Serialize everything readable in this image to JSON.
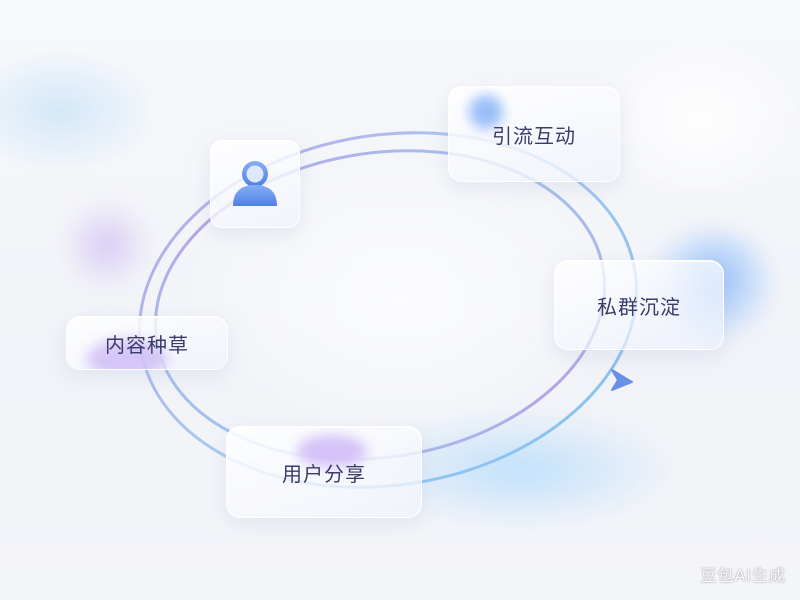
{
  "nodes": {
    "avatar": {
      "icon": "user-avatar-icon"
    },
    "content_seeding": {
      "label": "内容种草"
    },
    "user_sharing": {
      "label": "用户分享"
    },
    "traffic_interaction": {
      "label": "引流互动"
    },
    "private_group": {
      "label": "私群沉淀"
    }
  },
  "watermark": {
    "text": "豆包AI生成"
  },
  "colors": {
    "ring_blue": "#8fc8f0",
    "ring_purple": "#b9a4e6",
    "avatar_blue": "#5b8def",
    "text": "#3b3a6b"
  }
}
